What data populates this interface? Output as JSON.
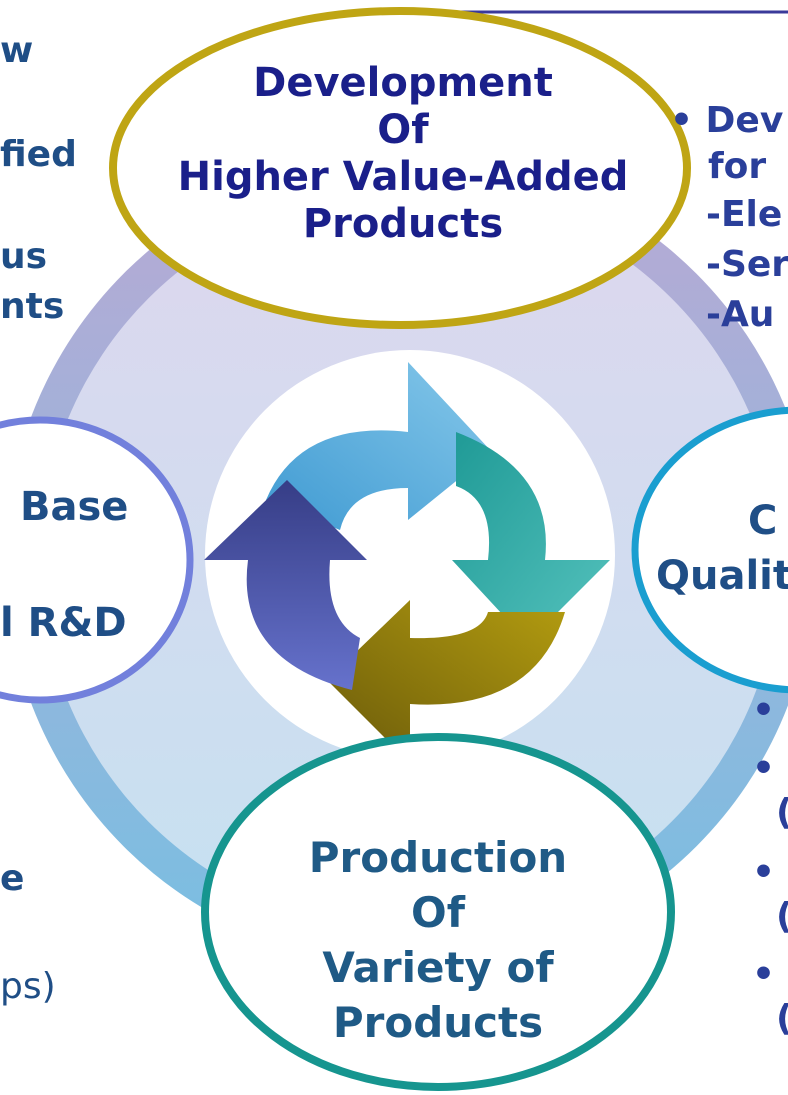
{
  "diagram": {
    "top_node": {
      "title_lines": [
        "Development",
        "Of",
        "Higher Value-Added",
        "Products"
      ],
      "color": "#1a1f8a",
      "border_color": "#bfa514"
    },
    "bottom_node": {
      "title_lines": [
        "Production",
        "Of",
        "Variety of",
        "Products"
      ],
      "color": "#1f5a86",
      "border_color": "#16958f"
    },
    "left_node": {
      "title_fragments": [
        "Base",
        "l R&D"
      ],
      "border_color": "#7280dc"
    },
    "right_node": {
      "title_fragments": [
        "C",
        "Qualit"
      ],
      "border_color": "#1a9ed0"
    },
    "right_text_fragments": [
      "• Dev",
      "for",
      "-Ele",
      "-Ser",
      "-Au"
    ],
    "left_text_fragments": [
      "w",
      "fied",
      "us",
      "nts",
      "e",
      "ps)"
    ],
    "bottom_right_fragments": [
      "•",
      "•",
      "(",
      "•",
      "(",
      "•",
      "("
    ],
    "colors": {
      "ring_top": "#b3a4d0",
      "ring_bottom": "#7fc1e4",
      "arrow_blue": "#4aa3d6",
      "arrow_teal": "#2ca6a0",
      "arrow_gold": "#8a7a10",
      "arrow_indigo": "#4a52a8"
    }
  }
}
